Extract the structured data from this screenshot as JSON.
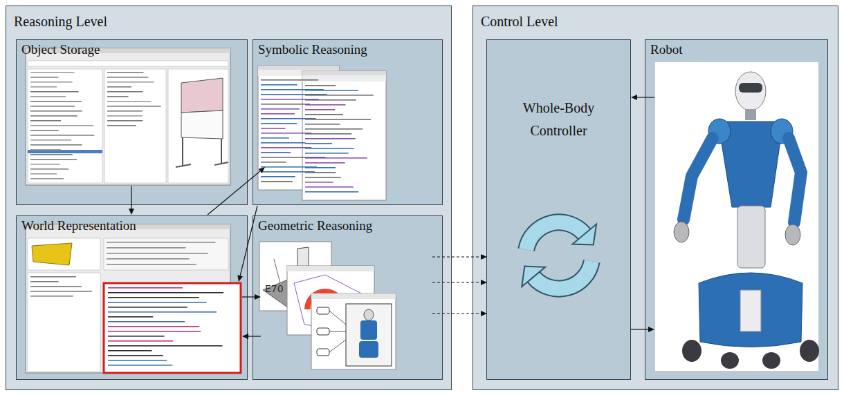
{
  "diagram": {
    "nodes": [
      {
        "text": [
          "Reasoning Level"
        ]
      },
      {
        "text": [
          "Object Storage"
        ],
        "in": 0
      },
      {
        "text": [
          "Symbolic Reasoning"
        ],
        "in": 0
      },
      {
        "text": [
          "World Representation"
        ],
        "in": 0
      },
      {
        "text": [
          "Geometric Reasoning"
        ],
        "in": 0
      },
      {
        "text": [
          "Control Level"
        ]
      },
      {
        "text": [
          "Whole-Body Controller"
        ],
        "in": 5
      },
      {
        "text": [
          "Robot"
        ],
        "in": 5
      }
    ],
    "edges": [
      {
        "from": 1,
        "to": 3,
        "arrow": "to"
      },
      {
        "from": 3,
        "to": 2,
        "arrow": "to"
      },
      {
        "from": 2,
        "to": 3,
        "arrow": "to"
      },
      {
        "from": 3,
        "to": 4,
        "arrow": "to"
      },
      {
        "from": 4,
        "to": 3,
        "arrow": "to"
      },
      {
        "from": 4,
        "to": 6,
        "arrow": "to"
      },
      {
        "from": 4,
        "to": 6,
        "arrow": "to"
      },
      {
        "from": 4,
        "to": 6,
        "arrow": "to"
      },
      {
        "from": 7,
        "to": 6,
        "arrow": "to"
      },
      {
        "from": 6,
        "to": 7,
        "arrow": "to"
      }
    ],
    "labels": [
      "E70"
    ]
  }
}
